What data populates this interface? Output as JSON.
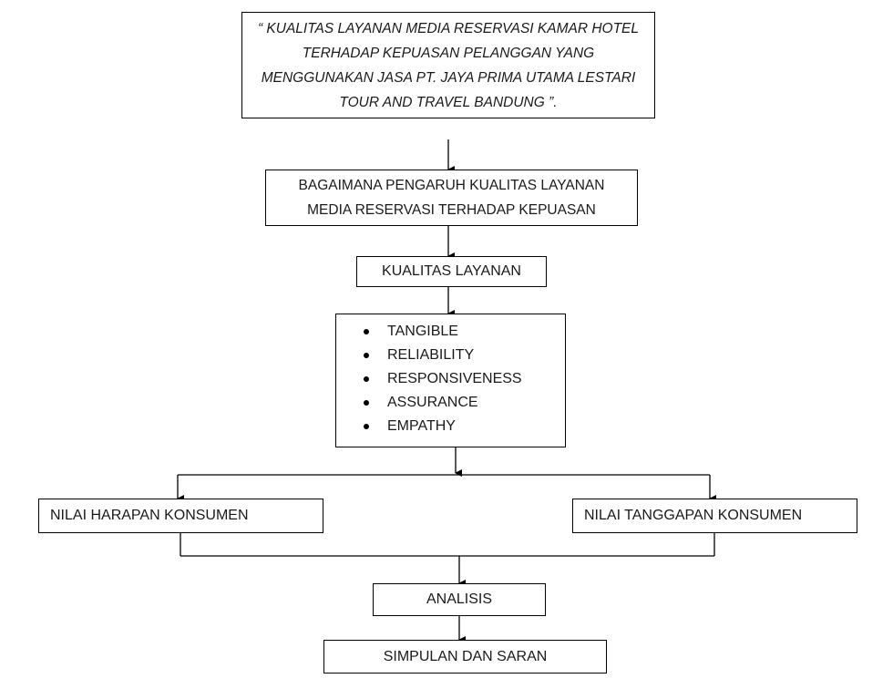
{
  "title_box": {
    "lines": [
      "“ KUALITAS LAYANAN MEDIA RESERVASI KAMAR HOTEL",
      "TERHADAP KEPUASAN PELANGGAN YANG",
      "MENGGUNAKAN JASA PT. JAYA PRIMA UTAMA LESTARI",
      "TOUR AND TRAVEL BANDUNG ”."
    ]
  },
  "question_box": {
    "lines": [
      "BAGAIMANA PENGARUH KUALITAS LAYANAN",
      "MEDIA RESERVASI TERHADAP KEPUASAN"
    ]
  },
  "kualitas_box": {
    "label": "KUALITAS LAYANAN"
  },
  "dimensions": [
    "TANGIBLE",
    "RELIABILITY",
    "RESPONSIVENESS",
    "ASSURANCE",
    "EMPATHY"
  ],
  "harapan_box": {
    "label": "NILAI HARAPAN KONSUMEN"
  },
  "tanggapan_box": {
    "label": "NILAI TANGGAPAN KONSUMEN"
  },
  "analisis_box": {
    "label": "ANALISIS"
  },
  "simpulan_box": {
    "label": "SIMPULAN DAN SARAN"
  }
}
